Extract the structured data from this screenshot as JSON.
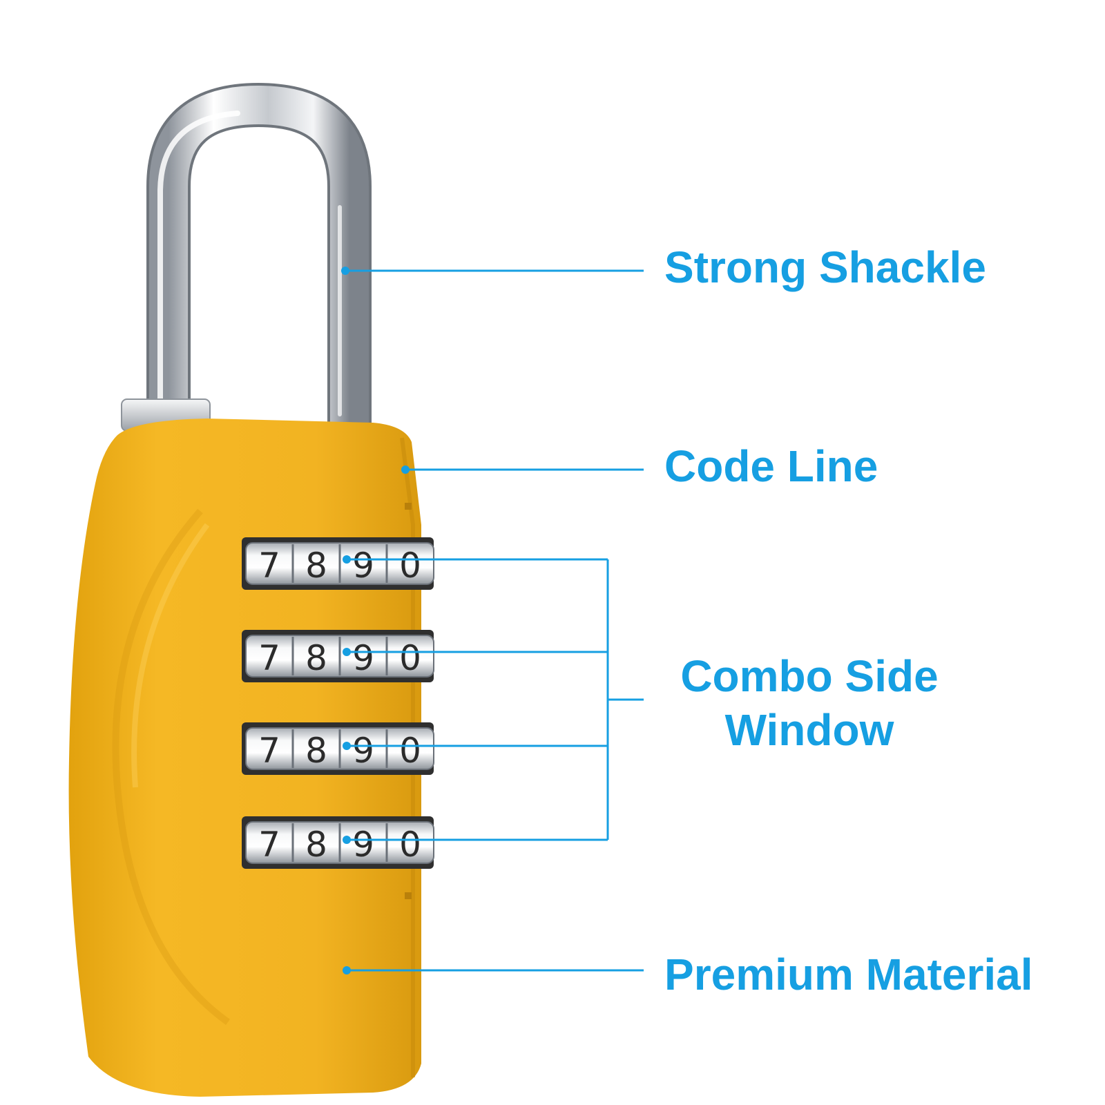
{
  "callouts": {
    "shackle": "Strong Shackle",
    "code_line": "Code Line",
    "combo_line1": "Combo Side",
    "combo_line2": "Window",
    "premium": "Premium Material"
  },
  "dials": [
    [
      "7",
      "8",
      "9",
      "0"
    ],
    [
      "7",
      "8",
      "9",
      "0"
    ],
    [
      "7",
      "8",
      "9",
      "0"
    ],
    [
      "7",
      "8",
      "9",
      "0"
    ]
  ],
  "colors": {
    "callout_blue": "#169fe2",
    "lock_body": "#f2b322",
    "lock_body_shadow": "#dc9a10",
    "chrome": "#d8dade"
  }
}
